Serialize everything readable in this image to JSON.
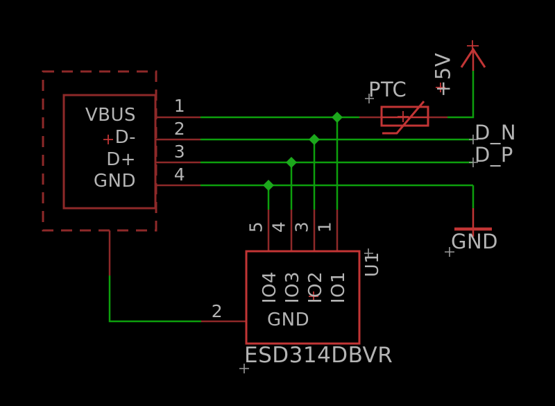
{
  "usb_connector": {
    "pin_names": [
      "VBUS",
      "D-",
      "D+",
      "GND"
    ],
    "pin_numbers": [
      "1",
      "2",
      "3",
      "4"
    ]
  },
  "ptc_fuse": {
    "name": "PTC"
  },
  "power": {
    "supply_label": "+5V",
    "ground_label": "GND"
  },
  "nets": {
    "dn": "D_N",
    "dp": "D_P"
  },
  "esd_chip": {
    "refdes": "U1",
    "part_number": "ESD314DBVR",
    "top_pins": [
      {
        "number": "5",
        "name": "IO4"
      },
      {
        "number": "4",
        "name": "IO3"
      },
      {
        "number": "3",
        "name": "IO2"
      },
      {
        "number": "1",
        "name": "IO1"
      }
    ],
    "left_pin": {
      "number": "2",
      "name": "GND"
    }
  },
  "colors": {
    "background": "#000000",
    "wire_green": "#0DA00D",
    "junction_green": "#1CA81C",
    "symbol_red": "#C23535",
    "pin_dark_red": "#8E2929",
    "text_gray": "#B4B4B4",
    "cross_gray": "#9A9A9A"
  }
}
